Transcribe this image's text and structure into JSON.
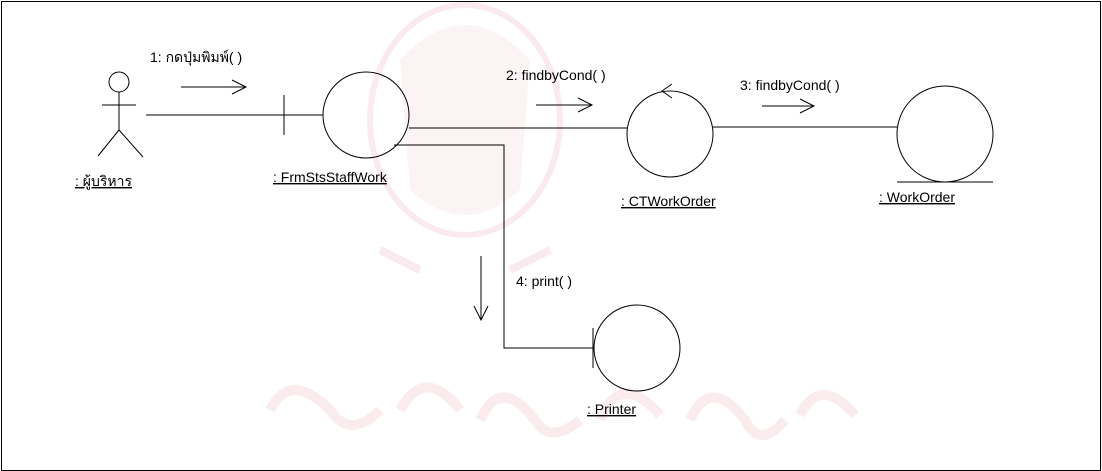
{
  "diagram": {
    "actor": {
      "label": ": ผู้บริหาร"
    },
    "boundary_form": {
      "label": ": FrmStsStaffWork"
    },
    "control": {
      "label": ": CTWorkOrder"
    },
    "entity": {
      "label": ": WorkOrder"
    },
    "boundary_printer": {
      "label": ": Printer"
    },
    "messages": {
      "m1": "1: กดปุ่มพิมพ์( )",
      "m2": "2: findbyCond( )",
      "m3": "3: findbyCond( )",
      "m4": "4: print( )"
    }
  },
  "colors": {
    "stroke": "#000000",
    "background": "#ffffff",
    "watermark": "#f2d9dc"
  }
}
